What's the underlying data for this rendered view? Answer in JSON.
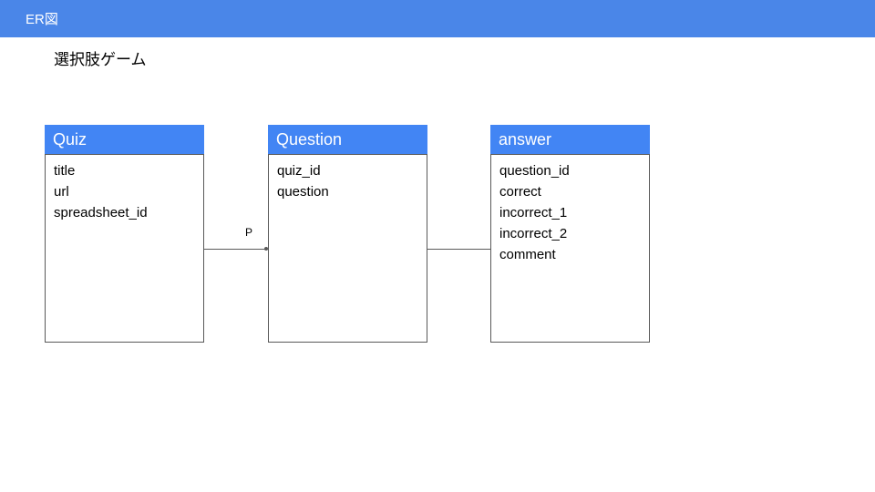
{
  "header": {
    "title": "ER図"
  },
  "subtitle": "選択肢ゲーム",
  "entities": [
    {
      "name": "Quiz",
      "fields": [
        "title",
        "url",
        "spreadsheet_id"
      ]
    },
    {
      "name": "Question",
      "fields": [
        "quiz_id",
        "question"
      ]
    },
    {
      "name": "answer",
      "fields": [
        "question_id",
        "correct",
        "incorrect_1",
        "incorrect_2",
        "comment"
      ]
    }
  ],
  "relationships": [
    {
      "from": "Quiz",
      "to": "Question",
      "label": "P"
    },
    {
      "from": "Question",
      "to": "answer",
      "label": ""
    }
  ],
  "colors": {
    "topbar": "#4a86e8",
    "entity_header": "#4285f4",
    "border": "#595959"
  }
}
